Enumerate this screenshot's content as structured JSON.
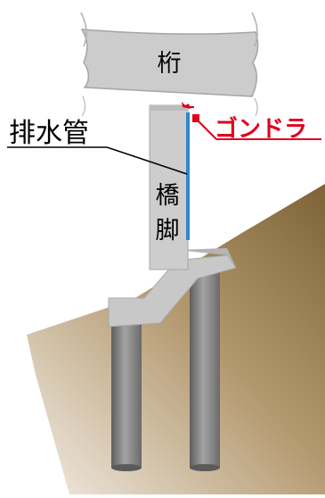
{
  "labels": {
    "girder": "桁",
    "drain_pipe": "排水管",
    "gondola": "ゴンドラ",
    "pier_top": "橋",
    "pier_bottom": "脚"
  },
  "colors": {
    "structure_fill": "#cccccc",
    "structure_shade": "#bcbcbc",
    "structure_edge": "#9c9c9c",
    "ground_dark": "#7d6336",
    "ground_light": "#f2ece4",
    "pipe": "#2f87c8",
    "gondola": "#e0001b",
    "pile_dark": "#5e5e5e",
    "pile_light": "#a3a3a3"
  }
}
